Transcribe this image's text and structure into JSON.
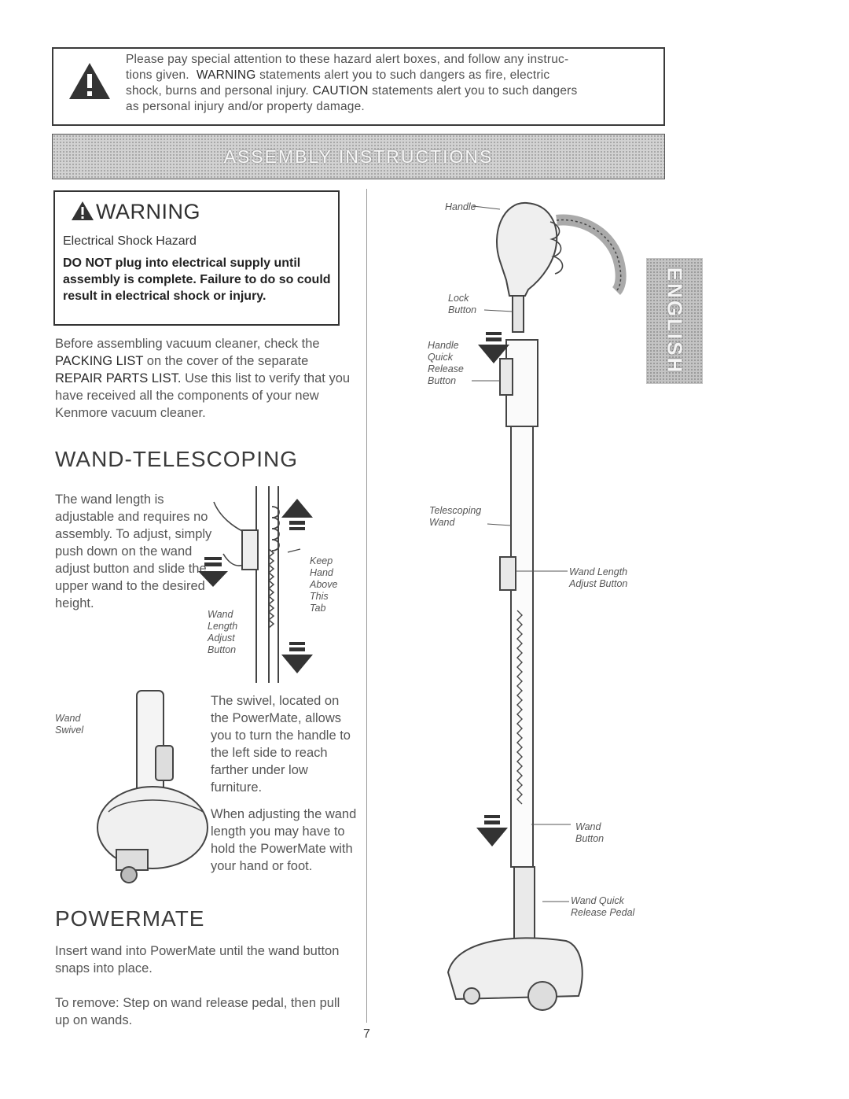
{
  "hazard": {
    "lines": [
      "Please pay special attention to these hazard alert boxes, and follow any instruc-",
      "tions given.",
      "WARNING",
      "statements alert you to such dangers as fire, electric",
      "shock, burns and personal injury.",
      "CAUTION",
      "statements alert you to such dangers",
      "as personal injury and/or property damage."
    ]
  },
  "banner": {
    "title": "ASSEMBLY INSTRUCTIONS"
  },
  "side_tab": {
    "label": "ENGLISH"
  },
  "warning_box": {
    "title": "WARNING",
    "subtitle": "Electrical Shock Hazard",
    "body": "DO NOT plug into electrical supply until assembly is complete. Failure to do so could result in electrical shock or injury."
  },
  "intro": {
    "part1": "Before assembling vacuum cleaner, check the",
    "packing_list": "PACKING LIST",
    "part2": "on the cover of the separate",
    "repair_parts_list": "REPAIR PARTS LIST.",
    "part3": "Use this list to verify that you have received all the components of your new Kenmore vacuum cleaner."
  },
  "wand_section": {
    "heading": "WAND-TELESCOPING",
    "text": "The wand length is adjustable and requires no assembly. To adjust, simply push down on the wand adjust button and slide the upper wand to the desired height.",
    "callouts": {
      "keep_hand": [
        "Keep",
        "Hand",
        "Above",
        "This",
        "Tab"
      ],
      "wand_length_adjust": [
        "Wand",
        "Length",
        "Adjust",
        "Button"
      ],
      "wand_swivel": [
        "Wand",
        "Swivel"
      ]
    },
    "swivel_text": "The swivel, located on the PowerMate, allows you to turn the handle to the left side to reach farther under low furniture.",
    "adjust_text": "When adjusting the wand length you may have to hold the PowerMate with your hand or foot."
  },
  "powermate_section": {
    "heading": "POWERMATE",
    "insert_text": "Insert wand into PowerMate until the wand button snaps into place.",
    "remove_text": "To remove: Step on wand release pedal, then pull up on wands."
  },
  "diagram_labels": {
    "handle": "Handle",
    "lock_button": [
      "Lock",
      "Button"
    ],
    "handle_quick_release": [
      "Handle",
      "Quick",
      "Release",
      "Button"
    ],
    "telescoping_wand": [
      "Telescoping",
      "Wand"
    ],
    "wand_length_adjust": [
      "Wand Length",
      "Adjust Button"
    ],
    "wand_button": [
      "Wand",
      "Button"
    ],
    "wand_quick_release_pedal": [
      "Wand Quick",
      "Release Pedal"
    ]
  },
  "page_number": "7"
}
